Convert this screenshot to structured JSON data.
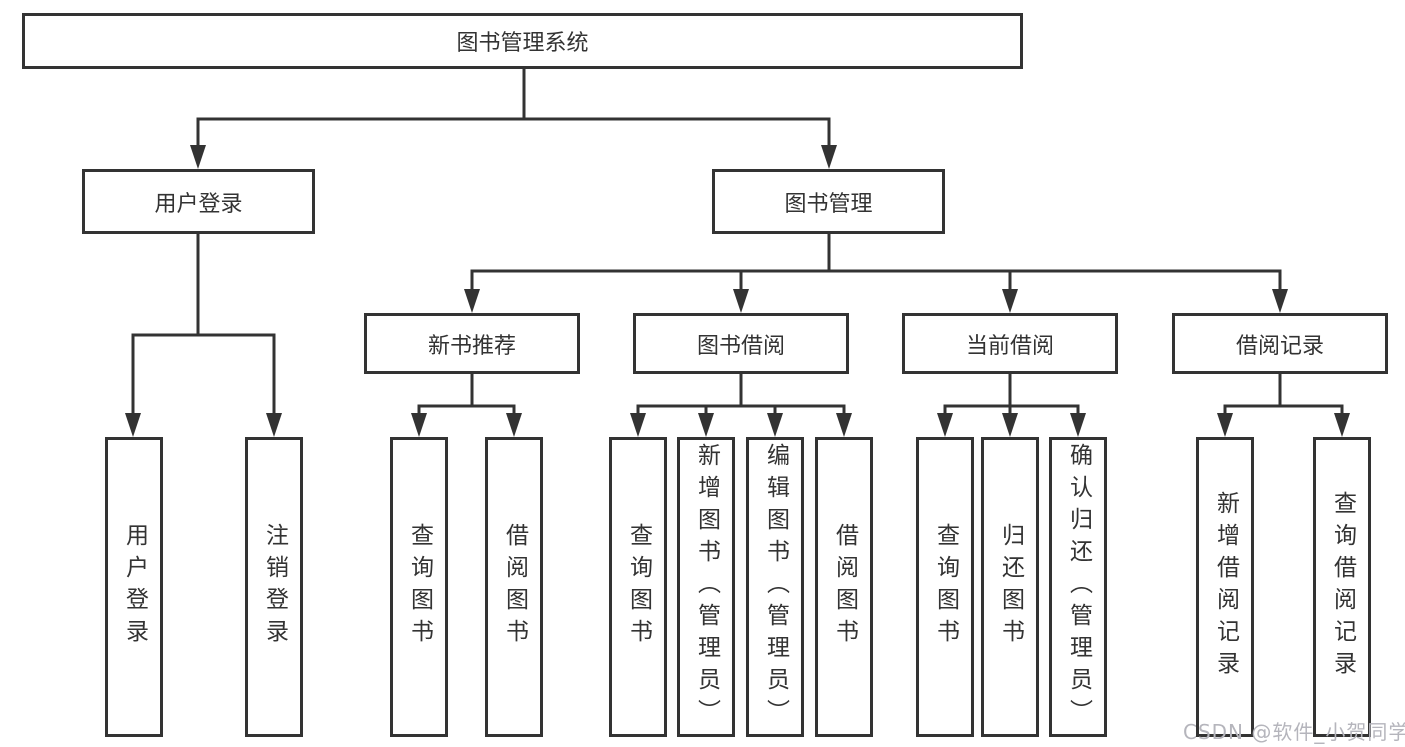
{
  "diagram": {
    "root": {
      "label": "图书管理系统"
    },
    "level2": [
      {
        "label": "用户登录"
      },
      {
        "label": "图书管理"
      }
    ],
    "level3": [
      {
        "label": "新书推荐",
        "parent": "图书管理"
      },
      {
        "label": "图书借阅",
        "parent": "图书管理"
      },
      {
        "label": "当前借阅",
        "parent": "图书管理"
      },
      {
        "label": "借阅记录",
        "parent": "图书管理"
      }
    ],
    "leaves": [
      {
        "label": "用户登录",
        "parent": "用户登录"
      },
      {
        "label": "注销登录",
        "parent": "用户登录"
      },
      {
        "label": "查询图书",
        "parent": "新书推荐"
      },
      {
        "label": "借阅图书",
        "parent": "新书推荐"
      },
      {
        "label": "查询图书",
        "parent": "图书借阅"
      },
      {
        "label": "新增图书（管理员）",
        "parent": "图书借阅"
      },
      {
        "label": "编辑图书（管理员）",
        "parent": "图书借阅"
      },
      {
        "label": "借阅图书",
        "parent": "图书借阅"
      },
      {
        "label": "查询图书",
        "parent": "当前借阅"
      },
      {
        "label": "归还图书",
        "parent": "当前借阅"
      },
      {
        "label": "确认归还（管理员）",
        "parent": "当前借阅"
      },
      {
        "label": "新增借阅记录",
        "parent": "借阅记录"
      },
      {
        "label": "查询借阅记录",
        "parent": "借阅记录"
      }
    ],
    "watermark": "CSDN @软件_小贺同学",
    "colors": {
      "line": "#333333",
      "text": "#333333",
      "watermark": "#b5b5bc",
      "background": "#ffffff"
    }
  }
}
